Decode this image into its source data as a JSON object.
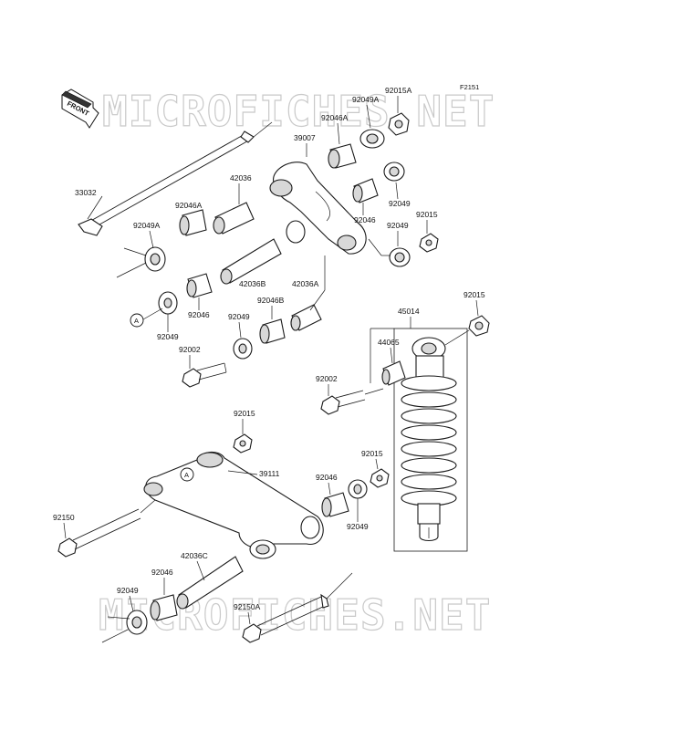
{
  "diagram_code": "F2151",
  "front_label": "FRONT",
  "ref_marker": "A",
  "watermark": "MICROFICHES.NET",
  "parts": {
    "p33032": "33032",
    "p39007": "39007",
    "p42036": "42036",
    "p92046A_a": "92046A",
    "p92049A_a": "92049A",
    "p92049A_b": "92049A",
    "p92046A_b": "92046A",
    "p92015A": "92015A",
    "p92049_a": "92049",
    "p92046_a": "92046",
    "p92049_b": "92049",
    "p92015_a": "92015",
    "p42036B": "42036B",
    "p92046_b": "92046",
    "p92049_c": "92049",
    "p92046B": "92046B",
    "p42036A": "42036A",
    "p92049_d": "92049",
    "p92002_a": "92002",
    "p92015_b": "92015",
    "p45014": "45014",
    "p44065": "44065",
    "p92002_b": "92002",
    "p92015_c": "92015",
    "p39111": "39111",
    "p92015_d": "92015",
    "p92046_c": "92046",
    "p92049_e": "92049",
    "p92150": "92150",
    "p42036C": "42036C",
    "p92046_d": "92046",
    "p92049_f": "92049",
    "p92150A": "92150A"
  }
}
